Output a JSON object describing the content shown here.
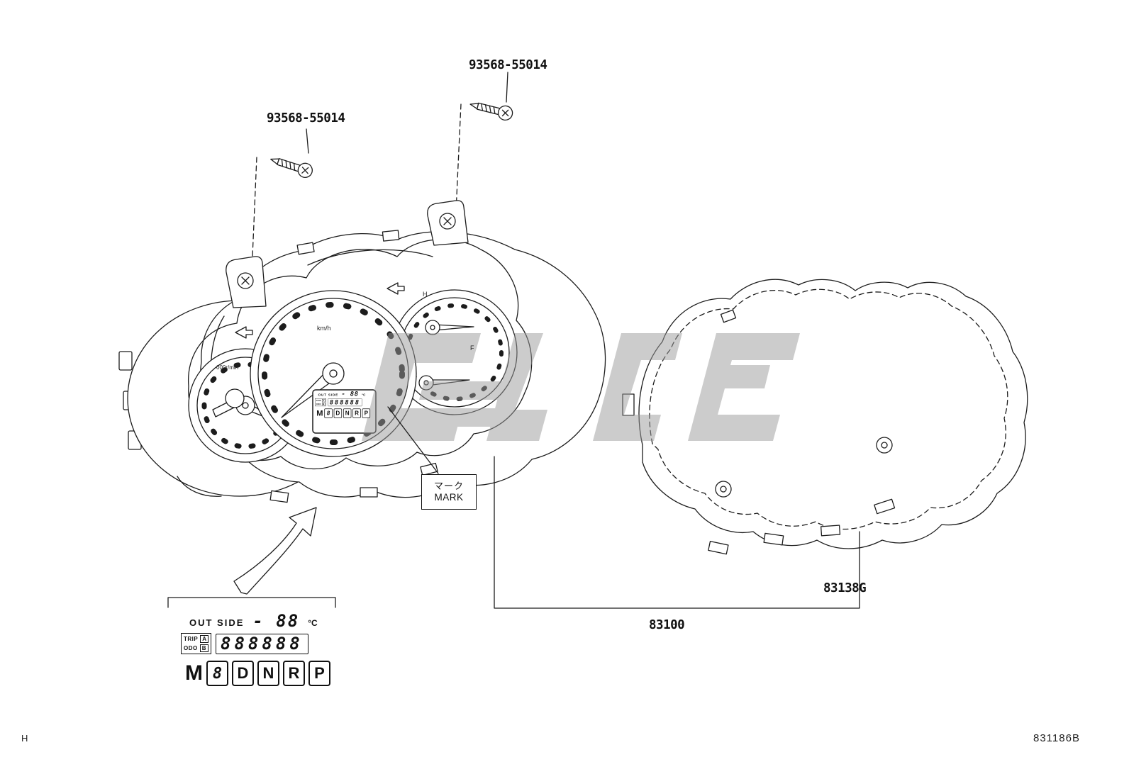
{
  "page": {
    "footer_left": "H",
    "footer_right": "831186B"
  },
  "labels": {
    "screw_top": "93568-55014",
    "screw_left": "93568-55014",
    "meter_assembly": "83100",
    "glass": "83138G"
  },
  "mark": {
    "jp": "マーク",
    "en": "MARK"
  },
  "gauges": {
    "speed_unit": "km/h",
    "tach_unit": "000r/min",
    "temp_high": "H",
    "fuel_full": "F"
  },
  "display": {
    "outside_label": "OUT SIDE",
    "temp_value": "- 88",
    "temp_unit": "°C",
    "trip_label": "TRIP",
    "trip_a": "A",
    "odo_label": "ODO",
    "odo_b": "B",
    "odometer": "888888",
    "gear_m": "M",
    "gear_8": "8",
    "gear_d": "D",
    "gear_n": "N",
    "gear_r": "R",
    "gear_p": "P"
  }
}
